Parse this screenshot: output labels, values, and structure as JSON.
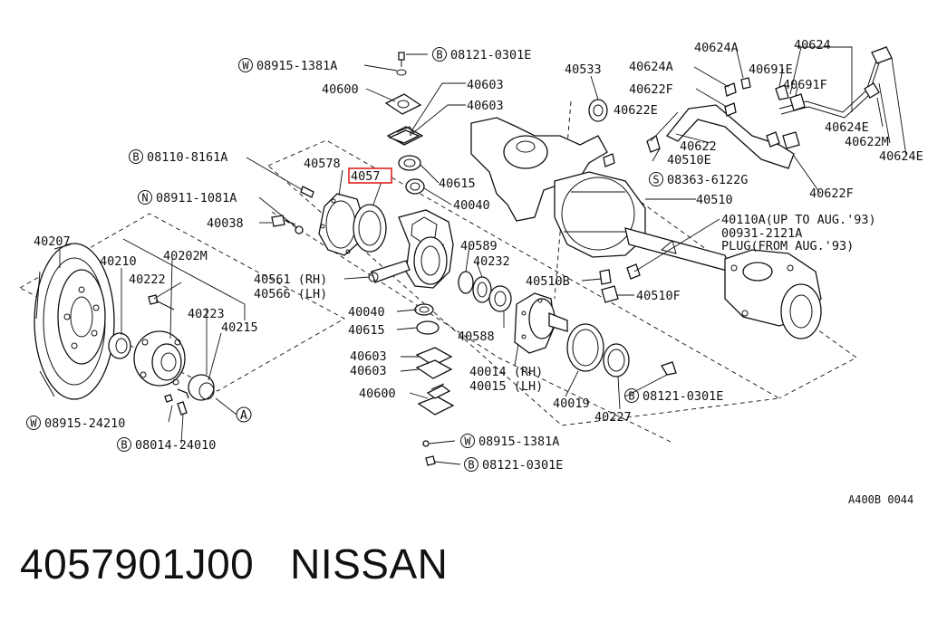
{
  "diagram": {
    "labels": {
      "w_08915_1381A_top": "08915-1381A",
      "b_08121_0301E_top": "08121-0301E",
      "p40600_top": "40600",
      "p40603_a": "40603",
      "p40603_b": "40603",
      "b_08110_8161A": "08110-8161A",
      "p40578": "40578",
      "p40579_highlight": "4057",
      "p40615_top": "40615",
      "p40040_top": "40040",
      "n_08911_1081A": "08911-1081A",
      "p40038": "40038",
      "p40207": "40207",
      "p40210": "40210",
      "p40202M": "40202M",
      "p40222": "40222",
      "p40223": "40223",
      "p40215": "40215",
      "p40561": "40561 (RH)",
      "p40566": "40566 (LH)",
      "p40040_bot": "40040",
      "p40615_bot": "40615",
      "p40603_c": "40603",
      "p40603_d": "40603",
      "p40600_bot": "40600",
      "w_08915_1381A_bot": "08915-1381A",
      "b_08121_0301E_bot": "08121-0301E",
      "p40589": "40589",
      "p40232": "40232",
      "p40588": "40588",
      "p40014": "40014 (RH)",
      "p40015": "40015 (LH)",
      "p40019": "40019",
      "p40227": "40227",
      "b_08121_0301E_mid": "08121-0301E",
      "w_08915_24210": "08915-24210",
      "b_08014_24010": "08014-24010",
      "ref_A": "A",
      "p40533": "40533",
      "p40624A_1": "40624A",
      "p40624A_2": "40624A",
      "p40624": "40624",
      "p40691E": "40691E",
      "p40691F": "40691F",
      "p40622F_1": "40622F",
      "p40622E_1": "40622E",
      "p40624E_1": "40624E",
      "p40622M": "40622M",
      "p40624E_2": "40624E",
      "p40622": "40622",
      "p40510E": "40510E",
      "s_08363_6122G": "08363-6122G",
      "p40622F_2": "40622F",
      "p40510": "40510",
      "p40110A": "40110A(UP TO AUG.'93)",
      "p00931": "00931-2121A",
      "plug": "PLUG(FROM AUG.'93)",
      "p40510B": "40510B",
      "p40510F": "40510F",
      "diagram_code": "A400B 0044"
    },
    "circle_prefixes": {
      "W": "W",
      "B": "B",
      "N": "N",
      "S": "S"
    },
    "highlight_color": "#e0201c"
  },
  "footer": {
    "part_number": "4057901J00",
    "brand": "NISSAN"
  }
}
